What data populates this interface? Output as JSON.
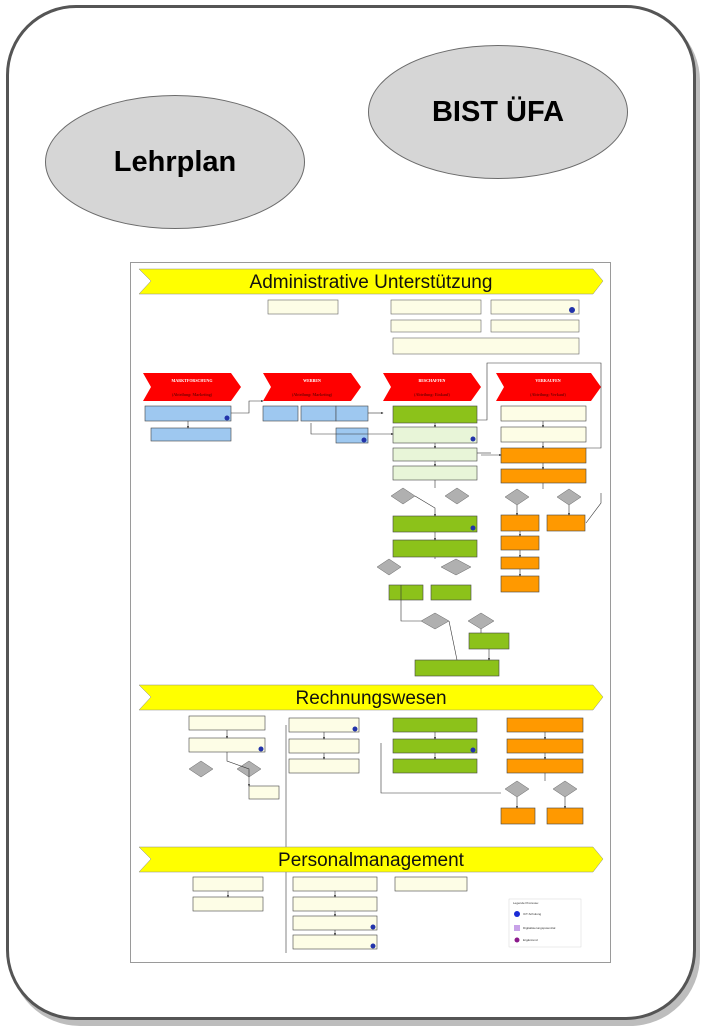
{
  "ellipses": {
    "lehrplan": "Lehrplan",
    "bist": "BIST ÜFA"
  },
  "banners": {
    "admin": "Administrative Unterstützung",
    "rechnung": "Rechnungswesen",
    "personal": "Personalmanagement"
  },
  "departments": [
    {
      "title": "MARKTFORSCHUNG",
      "sub": "(Abteilung: Marketing)"
    },
    {
      "title": "WERBEN",
      "sub": "(Abteilung: Marketing)"
    },
    {
      "title": "BESCHAFFEN",
      "sub": "(Abteilung: Einkauf)"
    },
    {
      "title": "VERKAUFEN",
      "sub": "(Abteilung: Verkauf)"
    }
  ],
  "colors": {
    "banner": "#ffff00",
    "department": "#ff0000",
    "box_cream": "#fdfde6",
    "box_blue": "#9ec8f0",
    "box_green": "#8cc21a",
    "box_lightgreen": "#e8f5d8",
    "box_orange": "#ff9900",
    "diamond": "#b0b0b0"
  },
  "legend": {
    "title": "Legende Prozesse:",
    "items": [
      "ICT-Schulung",
      "Digitalisierungspotenzial",
      "Ergänzend"
    ]
  }
}
